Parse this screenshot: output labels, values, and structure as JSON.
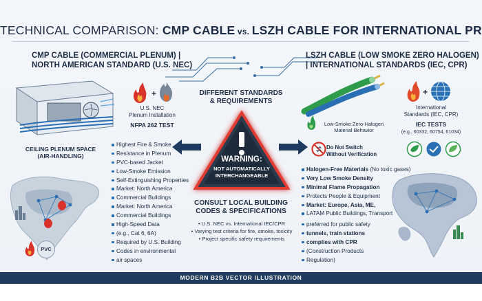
{
  "title": {
    "part1": "TECHNICAL COMPARISON: ",
    "part2": "CMP CABLE",
    "vs": " vs. ",
    "part3": "LSZH CABLE FOR INTERNATIONAL PROCUREMENT"
  },
  "left": {
    "header_line1": "CMP CABLE (COMMERCIAL PLENUM) |",
    "header_line2": "NORTH AMERICAN STANDARD (U.S. NEC)",
    "install_line1": "U.S. NEC",
    "install_line2": "Plenum Installation",
    "test": "NFPA 262 TEST",
    "plenum_line1": "CEILING PLENUM SPACE",
    "plenum_line2": "(AIR-HANDLING)",
    "features": [
      {
        "text": "Highest Fire & Smoke",
        "bold": true
      },
      {
        "text": "Resistance in Plenum",
        "bold": true
      },
      {
        "text": "PVC-based Jacket",
        "bold": true
      },
      {
        "text": "Low-Smoke Emission",
        "bold": true
      },
      {
        "text": "Self-Extinguishing Properties",
        "bold": true
      },
      {
        "text": "Market: North America",
        "bold": true
      },
      {
        "text": "Commercial Buildings",
        "bold": false
      },
      {
        "text": "Market: North America",
        "bold": true
      },
      {
        "text": "Commercial Buildings",
        "bold": true
      },
      {
        "text": "High-Speed Data",
        "bold": true
      },
      {
        "text": "(e.g., Cat 6, 6A)",
        "bold": false
      },
      {
        "text": "Required by U.S. Building",
        "bold": false
      },
      {
        "text": "Codes in environmental",
        "bold": false
      },
      {
        "text": "air spaces",
        "bold": false
      }
    ],
    "pvc_badge": "PVC"
  },
  "center": {
    "standards_line1": "DIFFERENT STANDARDS",
    "standards_line2": "& REQUIREMENTS",
    "warning_title": "WARNING:",
    "warning_line1": "NOT AUTOMATICALLY",
    "warning_line2": "INTERCHANGEABLE",
    "consult_line1": "CONSULT LOCAL BUILDING",
    "consult_line2": "CODES & SPECIFICATIONS",
    "bullets": [
      "U.S. NEC vs. International IEC/CPR",
      "Varying test criteria for fire, smoke, toxicity",
      "Project specific safety requirements"
    ]
  },
  "right": {
    "header_line1": "LSZH CABLE (LOW SMOKE ZERO HALOGEN)",
    "header_line2": "| INTERNATIONAL STANDARDS (IEC, CPR)",
    "material_line1": "Low-Smoke Zero-Halogen",
    "material_line2": "Material Behavior",
    "intl_line1": "International",
    "intl_line2": "Standards (IEC, CPR)",
    "test": "IEC TESTS",
    "test_sub": "(e.g., 60332, 60754, 61034)",
    "noswitch_line1": "Do Not Switch",
    "noswitch_line2": "Without Verification",
    "features": [
      {
        "text": "Halogen-Free Materials",
        "rest": " (No toxic gases)",
        "bold": true
      },
      {
        "text": "Very Low Smoke Density",
        "rest": "",
        "bold": true
      },
      {
        "text": "Minimal Flame Propagation",
        "rest": "",
        "bold": true
      },
      {
        "text": "Protects People & Equipment",
        "rest": "",
        "bold": false
      },
      {
        "text": "Market: Europe, Asia, ME,",
        "rest": "",
        "bold": true
      },
      {
        "text": "LATAM Public Buildings, Transport",
        "rest": "",
        "bold": false
      },
      {
        "text": "preferred for public safety",
        "rest": "",
        "bold": false
      },
      {
        "text": "tunnels, train stations",
        "rest": "",
        "bold": true
      },
      {
        "text": "complies with CPR",
        "rest": "",
        "bold": true
      },
      {
        "text": "(Construction Products",
        "rest": "",
        "bold": false
      },
      {
        "text": "Regulation)",
        "rest": "",
        "bold": false
      }
    ]
  },
  "footer": "MODERN B2B VECTOR ILLUSTRATION",
  "colors": {
    "navy": "#1f3a5f",
    "blue": "#2a6fb3",
    "green": "#2e9c4a",
    "red": "#d8322a",
    "orange": "#f08a24"
  }
}
